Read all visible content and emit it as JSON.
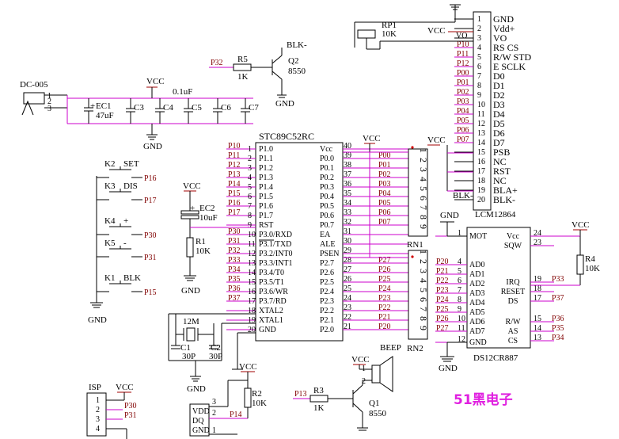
{
  "brand": "51黑电子",
  "mcu": {
    "name": "STC89C52RC",
    "left_pins": [
      {
        "n": "1",
        "label": "P1.0",
        "net": "P10"
      },
      {
        "n": "2",
        "label": "P1.1",
        "net": "P11"
      },
      {
        "n": "3",
        "label": "P1.2",
        "net": "P12"
      },
      {
        "n": "4",
        "label": "P1.3",
        "net": "P13"
      },
      {
        "n": "5",
        "label": "P1.4",
        "net": "P14"
      },
      {
        "n": "6",
        "label": "P1.5",
        "net": "P15"
      },
      {
        "n": "7",
        "label": "P1.6",
        "net": "P16"
      },
      {
        "n": "8",
        "label": "P1.7",
        "net": "P17"
      },
      {
        "n": "9",
        "label": "RST",
        "net": ""
      },
      {
        "n": "10",
        "label": "P3.0/RXD",
        "net": "P30"
      },
      {
        "n": "11",
        "label": "P3.1/TXD",
        "net": "P31"
      },
      {
        "n": "12",
        "label": "P3.2/INT0",
        "net": "P32"
      },
      {
        "n": "13",
        "label": "P3.3/INT1",
        "net": "P33"
      },
      {
        "n": "14",
        "label": "P3.4/T0",
        "net": "P34"
      },
      {
        "n": "15",
        "label": "P3.5/T1",
        "net": "P35"
      },
      {
        "n": "16",
        "label": "P3.6/WR",
        "net": "P36"
      },
      {
        "n": "17",
        "label": "P3.7/RD",
        "net": "P37"
      },
      {
        "n": "18",
        "label": "XTAL2",
        "net": ""
      },
      {
        "n": "19",
        "label": "XTAL1",
        "net": ""
      },
      {
        "n": "20",
        "label": "GND",
        "net": ""
      }
    ],
    "right_pins": [
      {
        "n": "40",
        "label": "Vcc",
        "net": ""
      },
      {
        "n": "39",
        "label": "P0.0",
        "net": "P00"
      },
      {
        "n": "38",
        "label": "P0.1",
        "net": "P01"
      },
      {
        "n": "37",
        "label": "P0.2",
        "net": "P02"
      },
      {
        "n": "36",
        "label": "P0.3",
        "net": "P03"
      },
      {
        "n": "35",
        "label": "P0.4",
        "net": "P04"
      },
      {
        "n": "34",
        "label": "P0.5",
        "net": "P05"
      },
      {
        "n": "33",
        "label": "P0.6",
        "net": "P06"
      },
      {
        "n": "32",
        "label": "P0.7",
        "net": "P07"
      },
      {
        "n": "31",
        "label": "EA",
        "net": ""
      },
      {
        "n": "30",
        "label": "ALE",
        "net": ""
      },
      {
        "n": "29",
        "label": "PSEN",
        "net": ""
      },
      {
        "n": "28",
        "label": "P2.7",
        "net": "P27"
      },
      {
        "n": "27",
        "label": "P2.6",
        "net": "P26"
      },
      {
        "n": "26",
        "label": "P2.5",
        "net": "P25"
      },
      {
        "n": "25",
        "label": "P2.4",
        "net": "P24"
      },
      {
        "n": "24",
        "label": "P2.3",
        "net": "P23"
      },
      {
        "n": "23",
        "label": "P2.2",
        "net": "P22"
      },
      {
        "n": "22",
        "label": "P2.1",
        "net": "P21"
      },
      {
        "n": "21",
        "label": "P2.0",
        "net": "P20"
      }
    ]
  },
  "lcd": {
    "name": "LCM12864",
    "pins": [
      {
        "n": "1",
        "label": "GND",
        "net": ""
      },
      {
        "n": "2",
        "label": "Vdd+",
        "net": "VCC"
      },
      {
        "n": "3",
        "label": "VO",
        "net": "VO"
      },
      {
        "n": "4",
        "label": "RS  CS",
        "net": "P10"
      },
      {
        "n": "5",
        "label": "R/W  STD",
        "net": "P11"
      },
      {
        "n": "6",
        "label": "E   SCLK",
        "net": "P12"
      },
      {
        "n": "7",
        "label": "D0",
        "net": "P00"
      },
      {
        "n": "8",
        "label": "D1",
        "net": "P01"
      },
      {
        "n": "9",
        "label": "D2",
        "net": "P02"
      },
      {
        "n": "10",
        "label": "D3",
        "net": "P03"
      },
      {
        "n": "11",
        "label": "D4",
        "net": "P04"
      },
      {
        "n": "12",
        "label": "D5",
        "net": "P05"
      },
      {
        "n": "13",
        "label": "D6",
        "net": "P06"
      },
      {
        "n": "14",
        "label": "D7",
        "net": "P07"
      },
      {
        "n": "15",
        "label": "PSB",
        "net": ""
      },
      {
        "n": "16",
        "label": "NC",
        "net": ""
      },
      {
        "n": "17",
        "label": "RST",
        "net": ""
      },
      {
        "n": "18",
        "label": "NC",
        "net": ""
      },
      {
        "n": "19",
        "label": "BLA+",
        "net": ""
      },
      {
        "n": "20",
        "label": "BLK-",
        "net": "BLK-"
      }
    ]
  },
  "rtc": {
    "name": "DS12CR887",
    "left_pins": [
      {
        "n": "1",
        "label": "MOT",
        "net": ""
      },
      {
        "n": "4",
        "label": "AD0",
        "net": "P20"
      },
      {
        "n": "5",
        "label": "AD1",
        "net": "P21"
      },
      {
        "n": "6",
        "label": "AD2",
        "net": "P22"
      },
      {
        "n": "7",
        "label": "AD3",
        "net": "P23"
      },
      {
        "n": "8",
        "label": "AD4",
        "net": "P24"
      },
      {
        "n": "9",
        "label": "AD5",
        "net": "P25"
      },
      {
        "n": "10",
        "label": "AD6",
        "net": "P26"
      },
      {
        "n": "11",
        "label": "AD7",
        "net": "P27"
      },
      {
        "n": "12",
        "label": "GND",
        "net": ""
      }
    ],
    "right_pins": [
      {
        "n": "24",
        "label": "Vcc",
        "net": ""
      },
      {
        "n": "23",
        "label": "SQW",
        "net": ""
      },
      {
        "n": "19",
        "label": "IRQ",
        "net": "P33"
      },
      {
        "n": "18",
        "label": "RESET",
        "net": ""
      },
      {
        "n": "17",
        "label": "DS",
        "net": "P37"
      },
      {
        "n": "15",
        "label": "R/W",
        "net": "P36"
      },
      {
        "n": "14",
        "label": "AS",
        "net": "P35"
      },
      {
        "n": "13",
        "label": "CS",
        "net": "P34"
      }
    ]
  },
  "rn1": {
    "name": "RN1",
    "digits": [
      "1",
      "2",
      "3",
      "4",
      "5",
      "6",
      "7",
      "8",
      "9"
    ]
  },
  "rn2": {
    "name": "RN2",
    "digits": [
      "1",
      "2",
      "3",
      "4",
      "5",
      "6",
      "7",
      "8",
      "9"
    ]
  },
  "buttons": [
    {
      "ref": "K2",
      "name": "SET",
      "net": "P16"
    },
    {
      "ref": "K3",
      "name": "DIS",
      "net": "P17"
    },
    {
      "ref": "K4",
      "name": "+",
      "net": "P30"
    },
    {
      "ref": "K5",
      "name": "-",
      "net": "P31"
    },
    {
      "ref": "K1",
      "name": "BLK",
      "net": "P15"
    }
  ],
  "labels": {
    "vcc": "VCC",
    "gnd": "GND",
    "dc": "DC-005",
    "ec1": "EC1",
    "ec1_val": "47uF",
    "caps": [
      "C3",
      "C4",
      "C5",
      "C6",
      "C7"
    ],
    "cap_val": "0.1uF",
    "rp1": "RP1",
    "rp1_val": "10K",
    "r5": "R5",
    "r5_val": "1K",
    "q2": "Q2",
    "q2_val": "8550",
    "p32": "P32",
    "blk": "BLK-",
    "ec2": "EC2",
    "ec2_val": "10uF",
    "r1": "R1",
    "r1_val": "10K",
    "xtal": "12M",
    "c1": "C1",
    "c2": "C2",
    "c1_val": "30P",
    "c2_val": "30P",
    "r4": "R4",
    "r4_val": "10K",
    "beep": "BEEP",
    "r3": "R3",
    "r3_val": "1K",
    "q1": "Q1",
    "q1_val": "8550",
    "p13": "P13",
    "r2": "R2",
    "r2_val": "10K",
    "isp": "ISP",
    "isp_pins": [
      "1",
      "2",
      "3",
      "4"
    ],
    "isp_nets": [
      "P30",
      "P31"
    ],
    "ds18": [
      "VDD",
      "DQ",
      "GND"
    ],
    "ds18_pins": [
      "3",
      "2",
      "1"
    ],
    "p14": "P14",
    "plus": "+",
    "pin_nums": [
      "1",
      "2",
      "3"
    ]
  }
}
